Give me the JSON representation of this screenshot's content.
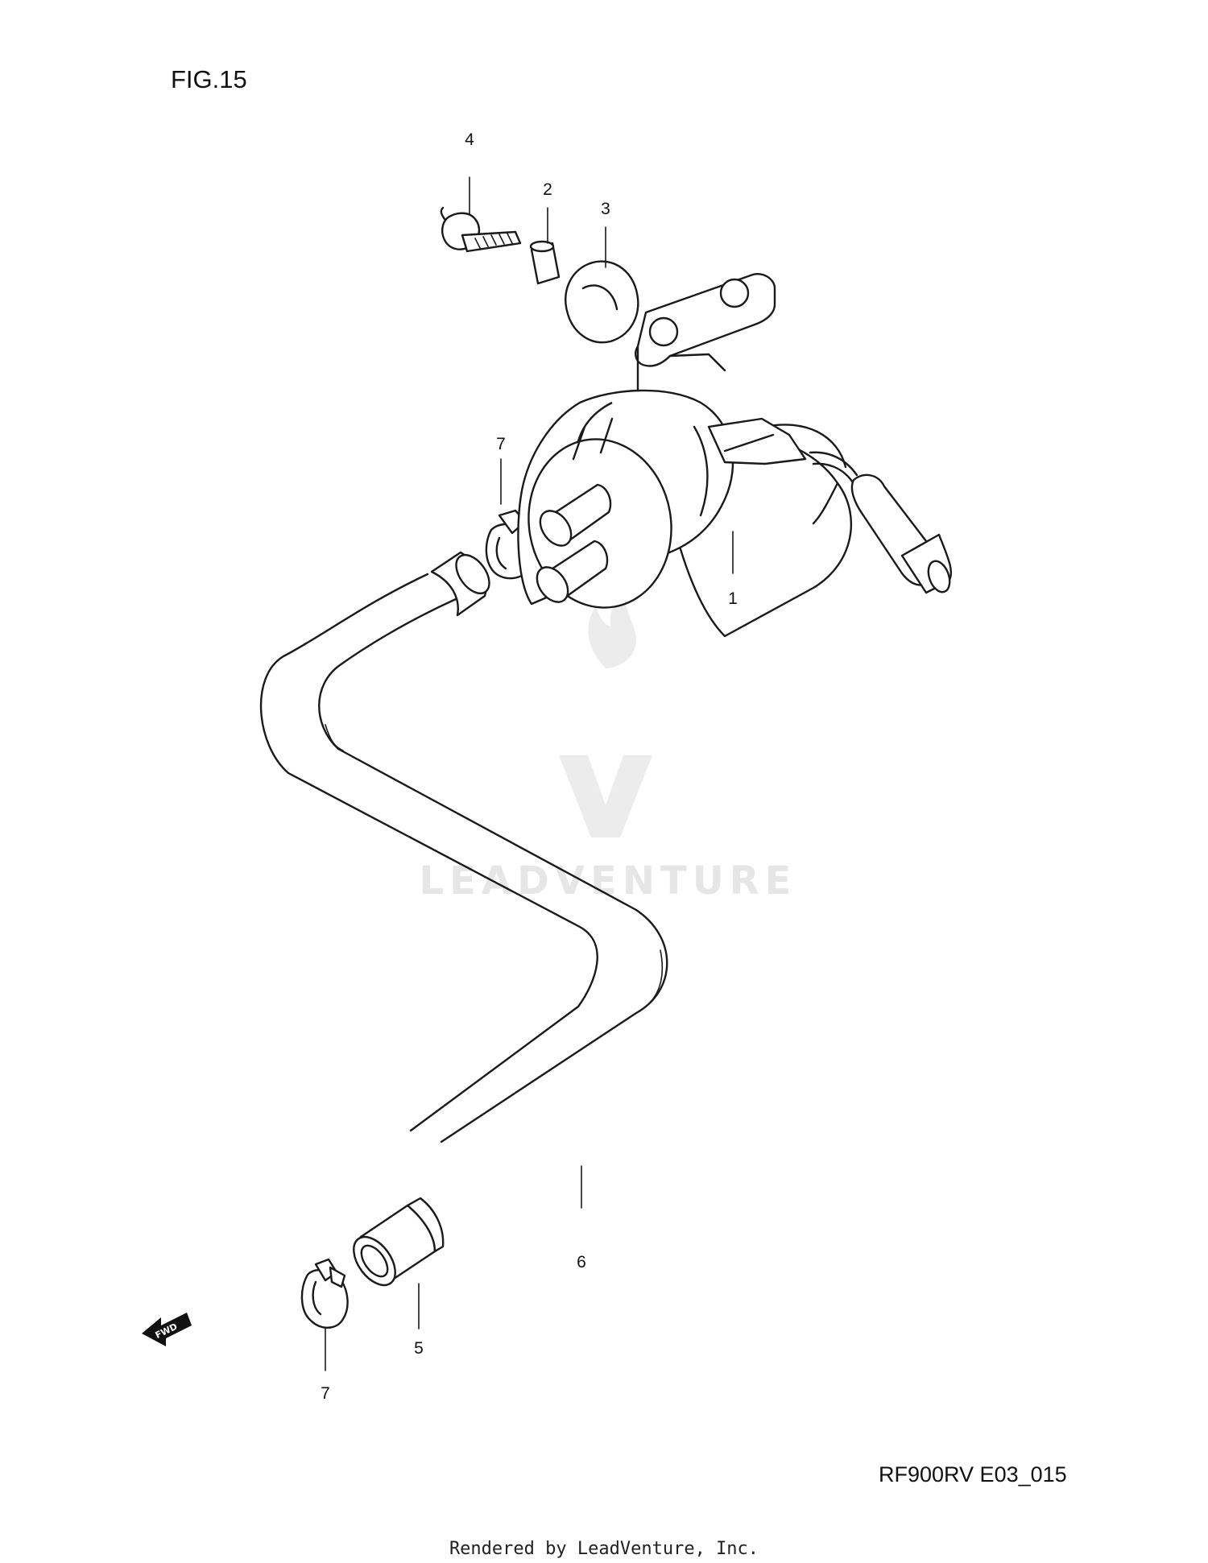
{
  "figure": {
    "title": "FIG.15",
    "code": "RF900RV E03_015"
  },
  "callouts": {
    "c1": "1",
    "c2": "2",
    "c3": "3",
    "c4": "4",
    "c5": "5",
    "c6": "6",
    "c7a": "7",
    "c7b": "7"
  },
  "fwd_arrow": {
    "label": "FWD"
  },
  "watermark": {
    "text": "LEADVENTURE"
  },
  "footer": {
    "credit": "Rendered by LeadVenture, Inc."
  }
}
